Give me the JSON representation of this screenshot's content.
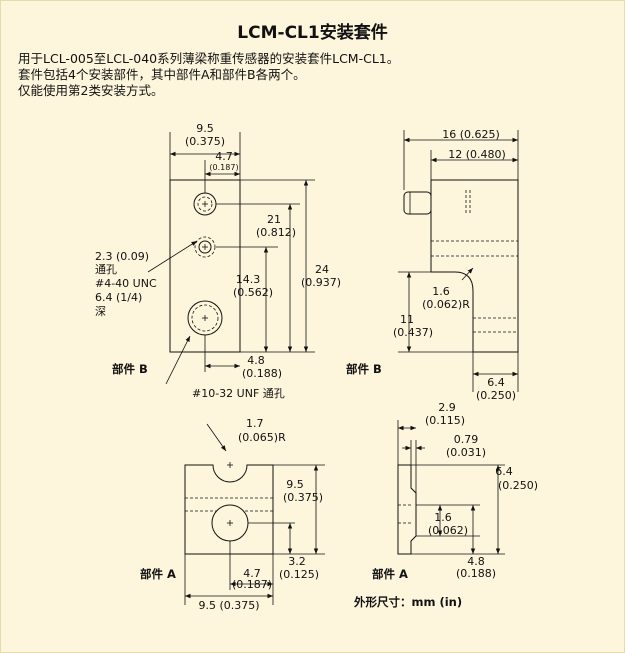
{
  "title": "LCM-CL1安装套件",
  "intro": [
    "用于LCL-005至LCL-040系列薄梁称重传感器的安装套件LCM-CL1。",
    "套件包括4个安装部件，其中部件A和部件B各两个。",
    "仅能使用第2类安装方式。"
  ],
  "part_b_front": {
    "label": "部件 B",
    "width_mm": "9.5",
    "width_in": "(0.375)",
    "hole_off_mm": "4.7",
    "hole_off_in": "(0.187)",
    "h21_mm": "21",
    "h21_in": "(0.812)",
    "h24_mm": "24",
    "h24_in": "(0.937)",
    "h143_mm": "14.3",
    "h143_in": "(0.562)",
    "h48_mm": "4.8",
    "h48_in": "(0.188)",
    "thru_hole": [
      "2.3 (0.09)",
      "通孔",
      "#4-40 UNC",
      "6.4 (1/4)",
      "深"
    ],
    "large_hole": "#10-32 UNF 通孔"
  },
  "part_b_side": {
    "label": "部件 B",
    "l16": "16 (0.625)",
    "l12": "12 (0.480)",
    "r16_mm": "1.6",
    "r16_in": "(0.062)R",
    "h11_mm": "11",
    "h11_in": "(0.437)",
    "w64_mm": "6.4",
    "w64_in": "(0.250)"
  },
  "part_a_front": {
    "label": "部件 A",
    "r17_mm": "1.7",
    "r17_in": "(0.065)R",
    "h95_mm": "9.5",
    "h95_in": "(0.375)",
    "h32_mm": "3.2",
    "h32_in": "(0.125)",
    "w47_mm": "4.7",
    "w47_in": "(0.187)",
    "w95": "9.5 (0.375)"
  },
  "part_a_side": {
    "label": "部件 A",
    "w29_mm": "2.9",
    "w29_in": "(0.115)",
    "w079_mm": "0.79",
    "w079_in": "(0.031)",
    "h64_mm": "6.4",
    "h64_in": "(0.250)",
    "h16_mm": "1.6",
    "h16_in": "(0.062)",
    "h48_mm": "4.8",
    "h48_in": "(0.188)"
  },
  "units_note": "外形尺寸：mm (in)"
}
